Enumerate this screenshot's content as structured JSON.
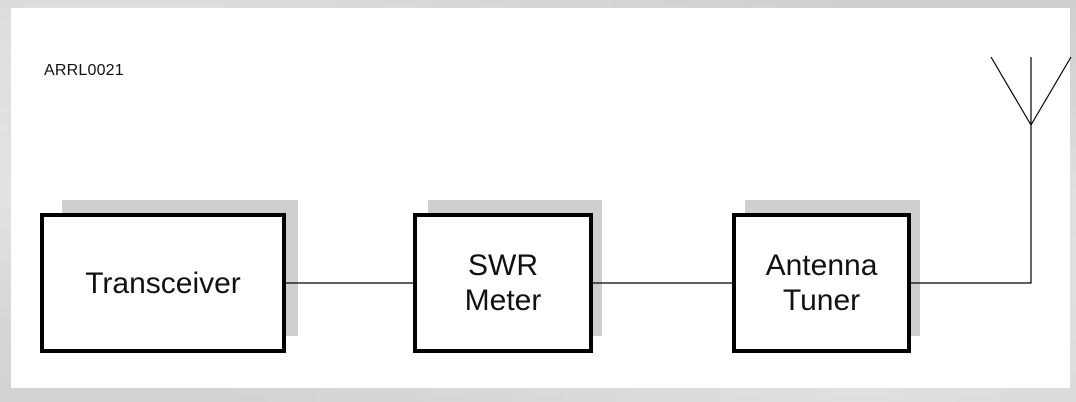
{
  "diagram": {
    "id_label": "ARRL0021",
    "blocks": {
      "transceiver": "Transceiver",
      "swr_meter": "SWR\nMeter",
      "antenna_tuner": "Antenna\nTuner"
    },
    "colors": {
      "background": "#d9d9d9",
      "panel": "#ffffff",
      "stroke": "#000000",
      "shadow": "#cfcfcf"
    },
    "icons": [
      "antenna-icon"
    ]
  }
}
